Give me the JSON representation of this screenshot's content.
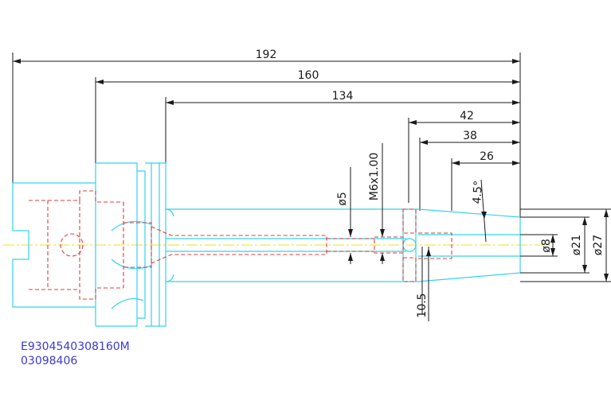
{
  "dimensions": {
    "overall_length": "192",
    "flange_to_nose": "160",
    "body_to_nose": "134",
    "cross_hole_to_nose": "42",
    "bore_start_to_nose": "38",
    "taper_to_nose": "26",
    "cross_hole_dia": "ø5",
    "thread": "M6x1.00",
    "taper_angle": "4.5°",
    "bore_dia": "ø8",
    "nose_dia": "ø21",
    "shank_dia": "ø27",
    "offset": "10.5"
  },
  "part": {
    "code": "E9304540308160M",
    "number": "03098406"
  }
}
